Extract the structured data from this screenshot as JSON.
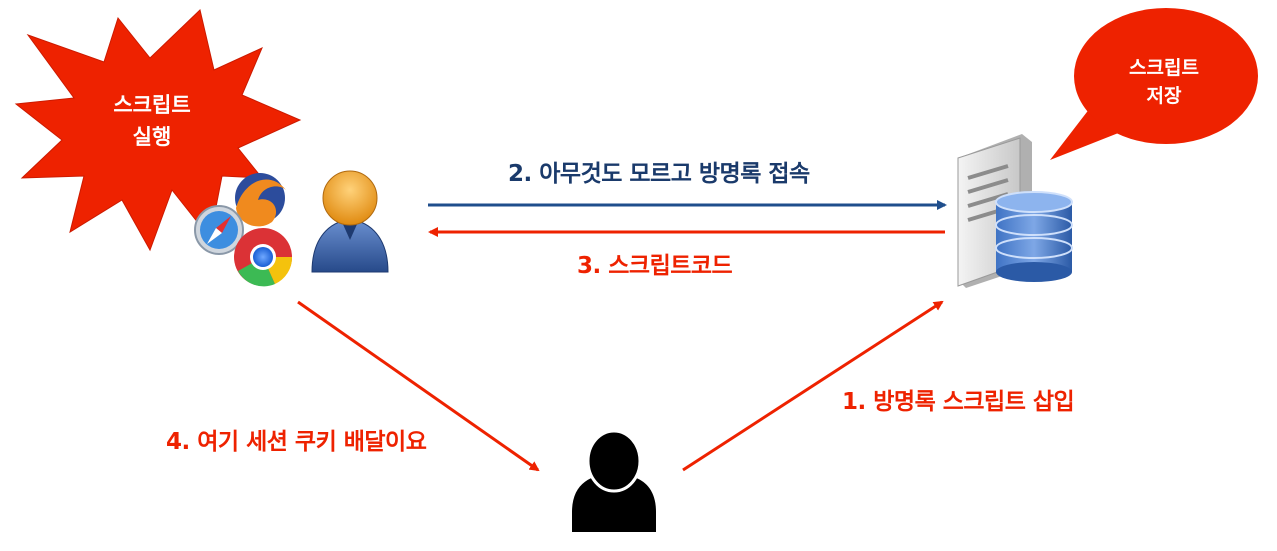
{
  "labels": {
    "explosion": [
      "스크립트",
      "실행"
    ],
    "bubble": [
      "스크립트",
      "저장"
    ],
    "step1": "1. 방명록 스크립트 삽입",
    "step2": "2. 아무것도 모르고 방명록 접속",
    "step3": "3. 스크립트코드",
    "step4": "4. 여기 세션 쿠키 배달이요"
  },
  "colors": {
    "red": "#ee2200",
    "blue": "#1f4e8c",
    "label_blue": "#1a3a6b"
  },
  "icons": [
    "safari-icon",
    "firefox-icon",
    "chrome-icon",
    "victim-user-icon",
    "server-icon",
    "database-icon",
    "attacker-icon"
  ]
}
